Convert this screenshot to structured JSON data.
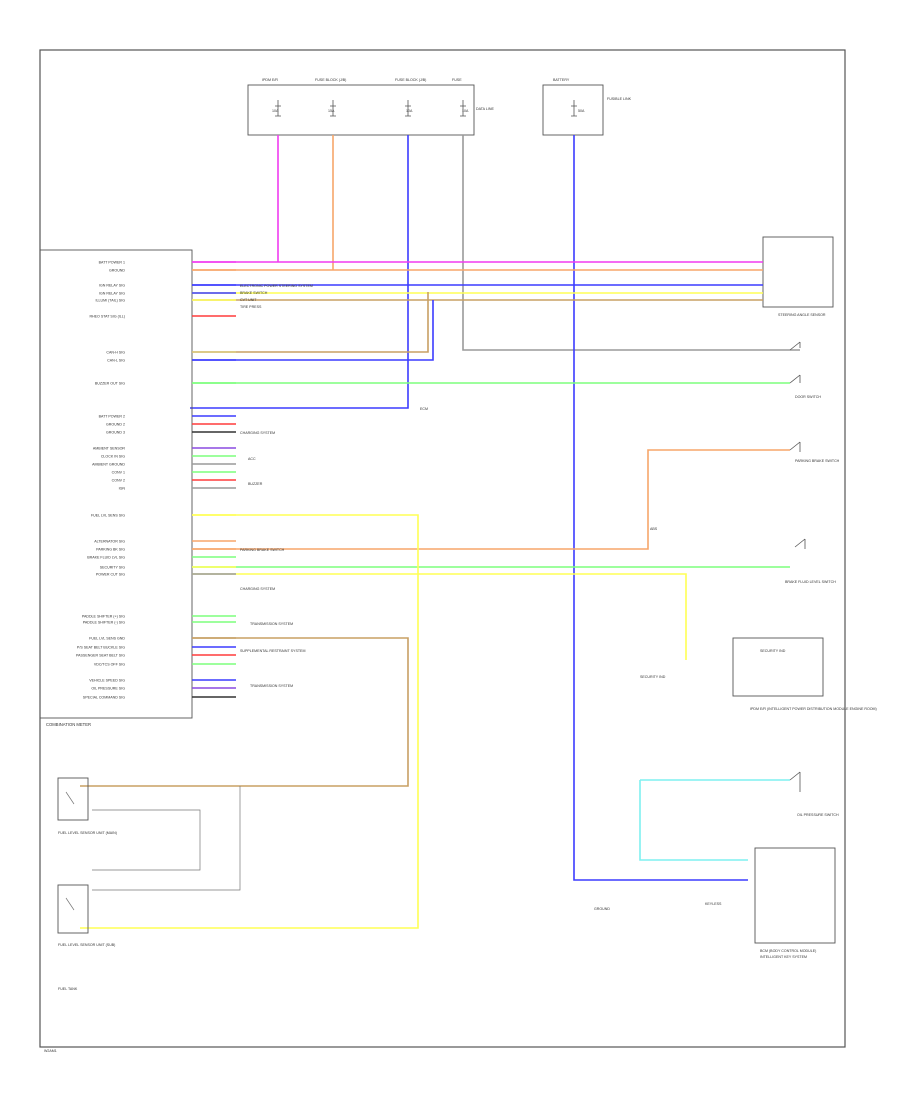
{
  "diagram": {
    "frame_code": "W2AM1",
    "combination_meter": {
      "name": "COMBINATION METER",
      "pins": [
        "BATT POWER 1",
        "GROUND",
        "IGN RELAY SIG",
        "IGN RELAY SIG",
        "ILLUMI (TAIL) SIG",
        "RHEO STAT SIG (ILL)",
        "CAN-H SIG",
        "CAN-L SIG",
        "BUZZER OUT SIG",
        "BATT POWER 2",
        "GROUND 2",
        "GROUND 3",
        "AMBIENT SENSOR",
        "CLOCK IN SIG",
        "AMBIENT GROUND",
        "CONV 1",
        "CONV 2",
        "IGN",
        "FUEL LVL SENS SIG",
        "ALTERNATOR SIG",
        "PARKING BK SIG",
        "BRAKE FLUID LVL SIG",
        "SECURITY SIG",
        "POWER CUT SIG",
        "PADDLE SHIFTER (+) SIG",
        "PADDLE SHIFTER (-) SIG",
        "FUEL LVL SENS GND",
        "P/S SEAT BELT BUCKLE SIG",
        "PASSENGER SEAT BELT SIG",
        "VDC/TCS OFF SIG",
        "VEHICLE SPEED SIG",
        "OIL PRESSURE SIG",
        "SPECIAL COMMAND SIG"
      ]
    },
    "fuse_boxes": {
      "ipdm": {
        "label": "IPDM E/R",
        "relay_label": "FUSE",
        "fuse1": "10A",
        "fuse2": "15A"
      },
      "fuse_block_1": {
        "label": "FUSE BLOCK (J/B)",
        "fuse": "10A"
      },
      "fuse_block_2": {
        "label": "FUSE BLOCK (J/B)",
        "fuse": "10A",
        "note": "DATA LINE"
      },
      "battery_box": {
        "label": "BATTERY",
        "sub_label": "FUSIBLE LINK",
        "fuse": "50A"
      }
    },
    "connections": {
      "ecm_label": "ECM",
      "acc_bus": "ACC",
      "tire_pressure": "TIRE PRESS",
      "door_sw": "DOOR SWITCH",
      "buzzer_label": "BUZZER",
      "cvt": "CVT UNIT",
      "eps": "ELECTRONIC POWER STEERING SYSTEM",
      "brake_sw": "BRAKE SWITCH",
      "abs": "ABS",
      "parking_brake_sw": "PARKING BRAKE SWITCH",
      "brake_fluid_sw": "BRAKE FLUID LEVEL SWITCH",
      "alternator_sys": "CHARGING SYSTEM",
      "security_ind": "SECURITY IND",
      "transmission": "TRANSMISSION SYSTEM",
      "supplemental": "SUPPLEMENTAL RESTRAINT SYSTEM",
      "key_label": "KEYLESS",
      "oil_pressure_sw": "OIL PRESSURE SWITCH",
      "steering_sensor": "STEERING ANGLE SENSOR",
      "fuel_sender_1": "FUEL LEVEL SENSOR UNIT (MAIN)",
      "fuel_sender_2": "FUEL LEVEL SENSOR UNIT (SUB)",
      "fuel_sender_2b": "FUEL TANK",
      "security_indicator": "SECURITY IND",
      "bcm": "BCM (BODY CONTROL MODULE)",
      "bcm_sub": "INTELLIGENT KEY SYSTEM",
      "ipdm_box": "IPDM E/R (INTELLIGENT POWER DISTRIBUTION MODULE ENGINE ROOM)",
      "ground_label": "GROUND"
    },
    "wire_colors": {
      "pink": "#f03cf0",
      "orange": "#f7a66a",
      "blue": "#3c3cff",
      "violet": "#8a4ae0",
      "yellow": "#ffff55",
      "green": "#7dff7d",
      "red": "#ff3c3c",
      "gray": "#9a9a9a",
      "tan": "#c8a064",
      "cyan": "#7ff0f0",
      "olive": "#d9c87a",
      "black": "#333333"
    }
  }
}
